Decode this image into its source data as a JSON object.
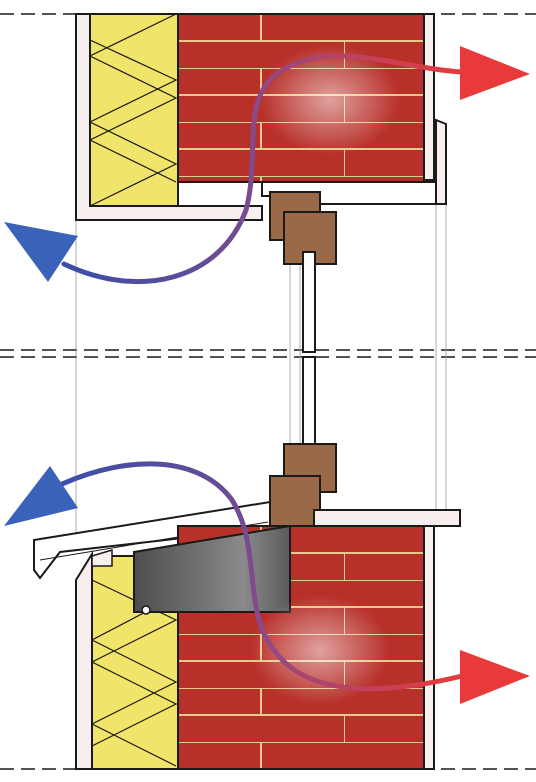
{
  "diagram": {
    "subject": "window-head-and-sill-section-with-airflow",
    "colors": {
      "brick": "#b8302a",
      "mortar": "#e8c98c",
      "insulation": "#f0e46a",
      "wood_frame": "#9a6a48",
      "flashing": "#5f5f5f",
      "trim": "#ffffff",
      "outline": "#1a1a1a",
      "warm_arrow": "#e83a3a",
      "cool_arrow": "#3a62b8",
      "cavity_wall_finish": "#f8eeee"
    },
    "arrows": [
      {
        "id": "head-warm-out",
        "direction": "exterior",
        "color_key": "warm_arrow"
      },
      {
        "id": "head-cool-in",
        "direction": "interior",
        "color_key": "cool_arrow"
      },
      {
        "id": "sill-cool-in",
        "direction": "interior",
        "color_key": "cool_arrow"
      },
      {
        "id": "sill-warm-out",
        "direction": "exterior",
        "color_key": "warm_arrow"
      }
    ],
    "break_lines": [
      "top-break",
      "middle-break-upper",
      "middle-break-lower",
      "bottom-break"
    ]
  }
}
